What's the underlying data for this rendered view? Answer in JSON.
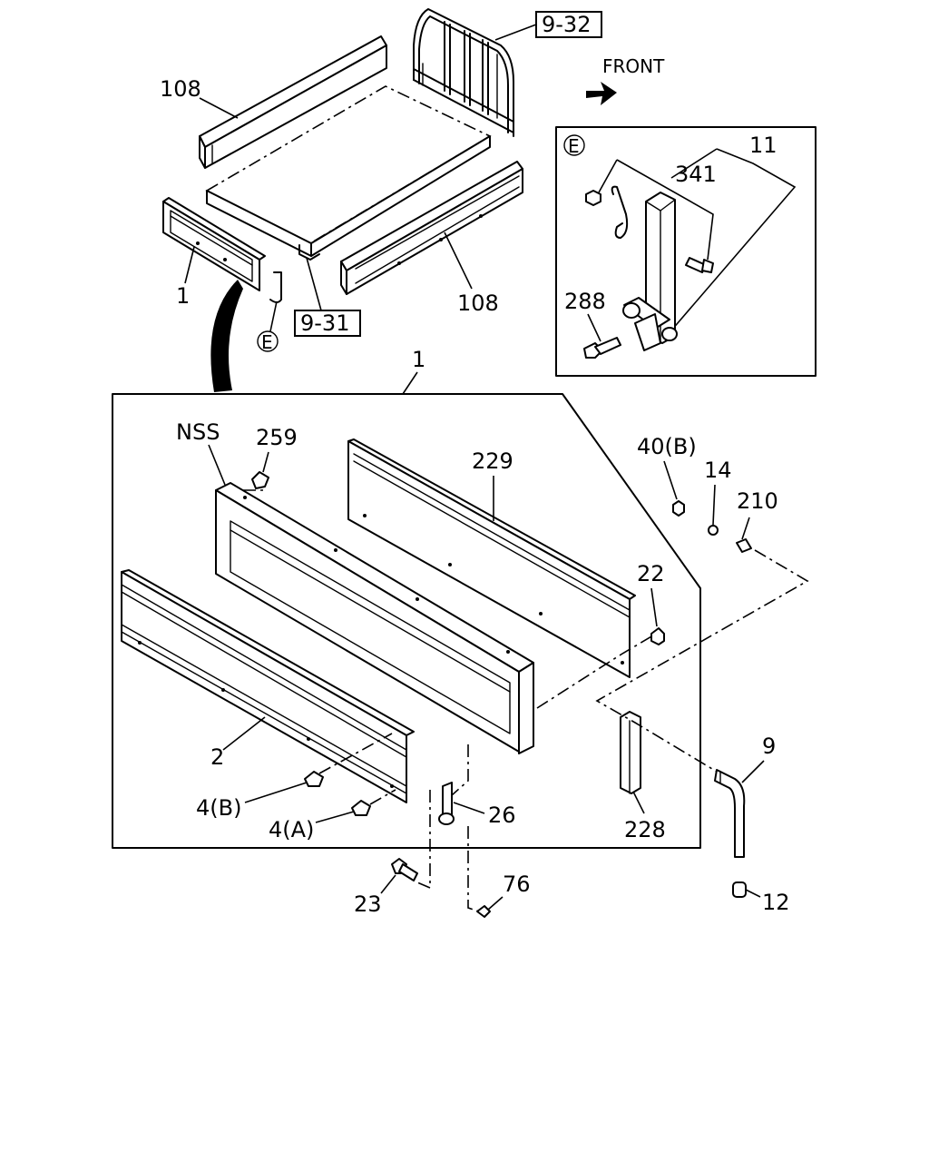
{
  "front_label": "FRONT",
  "refs": {
    "ref_9_32": "9-32",
    "ref_9_31": "9-31"
  },
  "callouts": {
    "c108_top": "108",
    "c108_right": "108",
    "c1_top": "1",
    "c1_frame": "1",
    "cE_main": "E",
    "cE_inset": "E",
    "c11": "11",
    "c341": "341",
    "c288": "288",
    "cNSS": "NSS",
    "c259": "259",
    "c229": "229",
    "c40B": "40(B)",
    "c14": "14",
    "c210": "210",
    "c22": "22",
    "c2": "2",
    "c4B": "4(B)",
    "c4A": "4(A)",
    "c26": "26",
    "c228": "228",
    "c9": "9",
    "c23": "23",
    "c76": "76",
    "c12": "12"
  }
}
